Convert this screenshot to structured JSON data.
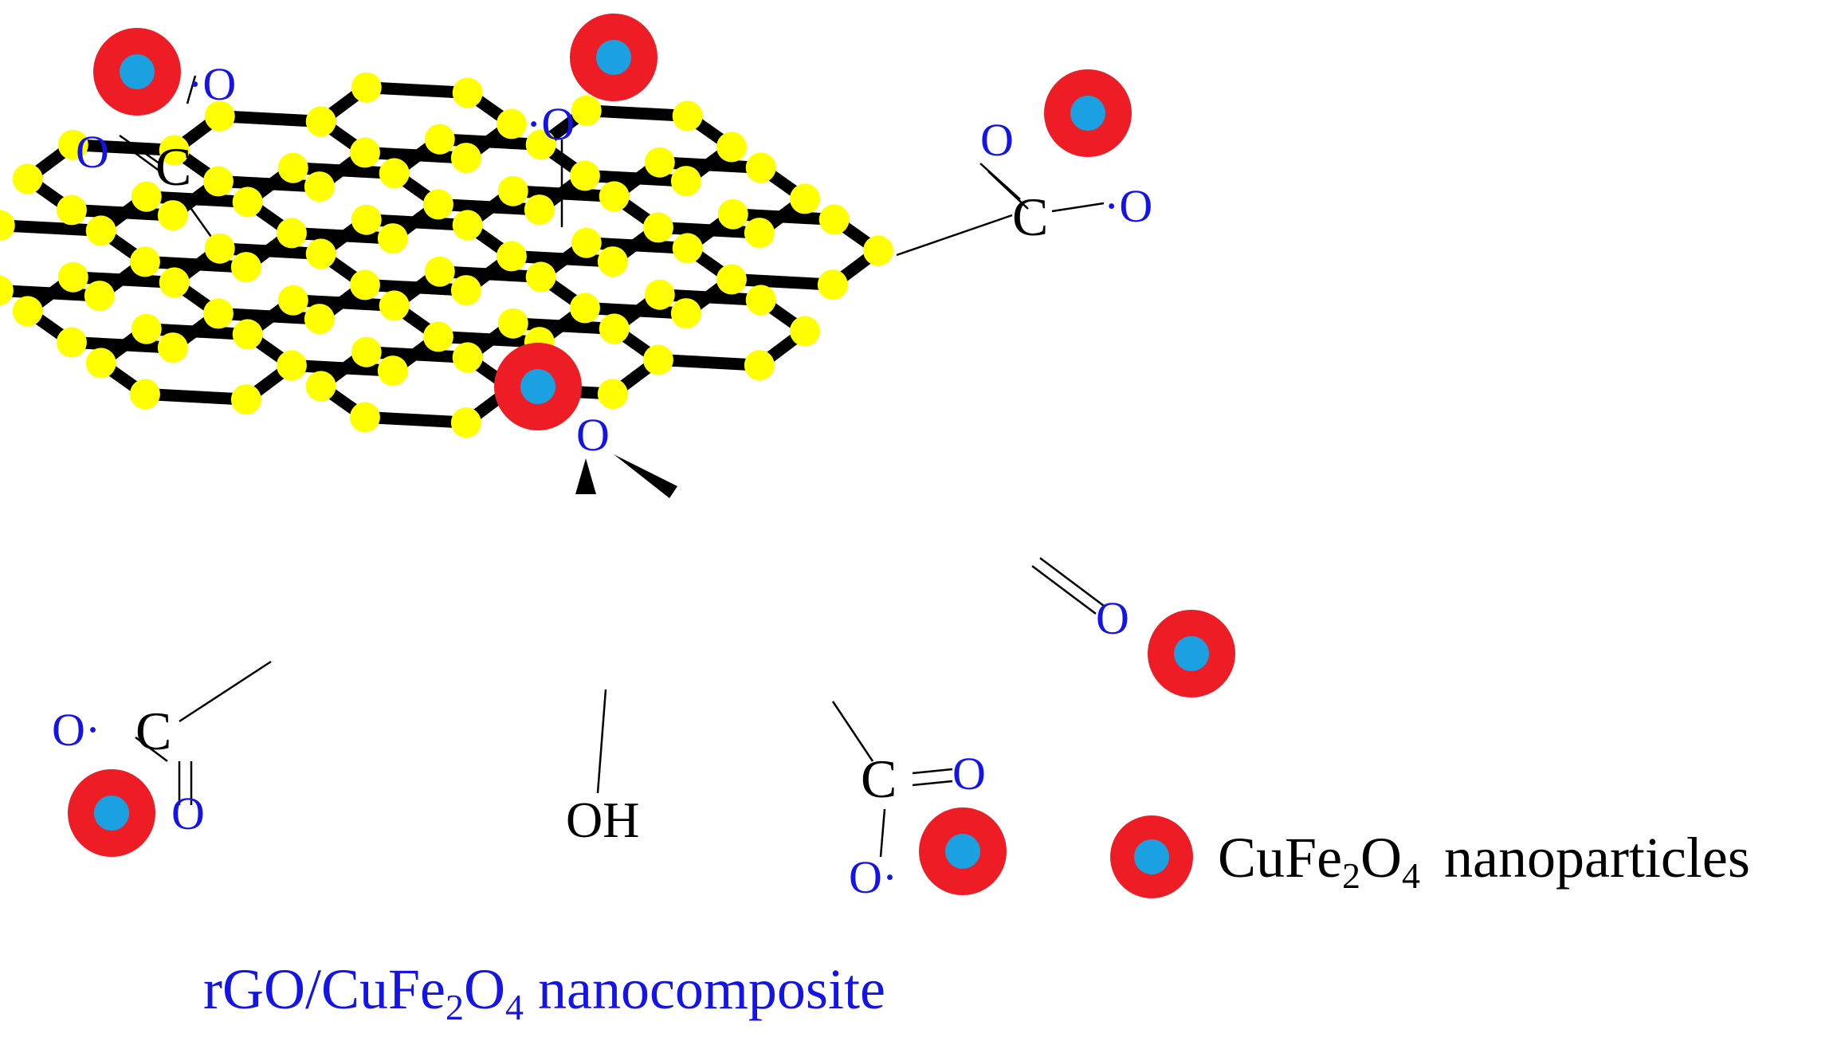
{
  "diagram": {
    "colors": {
      "bond": "#000000",
      "carbon_atom": "#ffff00",
      "particle_shell": "#ee1c25",
      "particle_core": "#1ba1e2",
      "label_blue": "#1414e6",
      "label_black": "#000000"
    },
    "labels": {
      "oxygen": "O",
      "radical_oxygen": "·O",
      "oxygen_radical": "O·",
      "carbon": "C",
      "hydroxyl": "OH"
    },
    "legend": {
      "text_main": "CuFe",
      "sub1": "2",
      "text_mid": "O",
      "sub2": "4",
      "text_end": "nanoparticles",
      "icon": "nanoparticle-icon"
    },
    "caption": {
      "text_main": "rGO/CuFe",
      "sub1": "2",
      "text_mid": "O",
      "sub2": "4",
      "text_end": " nanocomposite"
    }
  }
}
